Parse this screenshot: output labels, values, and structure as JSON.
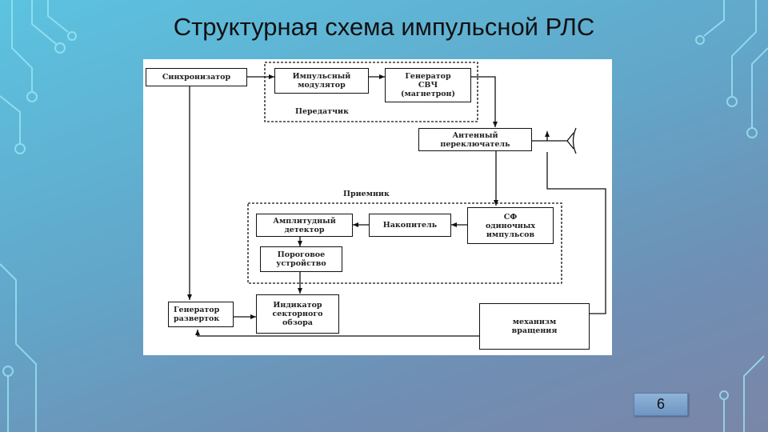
{
  "slide": {
    "title": "Структурная схема импульсной РЛС",
    "page_number": "6"
  },
  "diagram": {
    "blocks": {
      "sync": "Синхронизатор",
      "modulator": "Импульсный\nмодулятор",
      "generator": "Генератор\nСВЧ\n(магнетрон)",
      "switch": "Антенный\nпереключатель",
      "amp_detector": "Амплитудный\nдетектор",
      "accumulator": "Накопитель",
      "matched_filter": "СФ\nодиночных\nимпульсов",
      "threshold": "Пороговое\nустройство",
      "sweep_gen": "Генератор\nразверток",
      "indicator": "Индикатор\nсекторного\nобзора",
      "rotation": "механизм\nвращения"
    },
    "groups": {
      "transmitter": "Передатчик",
      "receiver": "Приемник"
    }
  },
  "colors": {
    "line": "#111111",
    "accent_circuit": "#8fe6f5"
  }
}
